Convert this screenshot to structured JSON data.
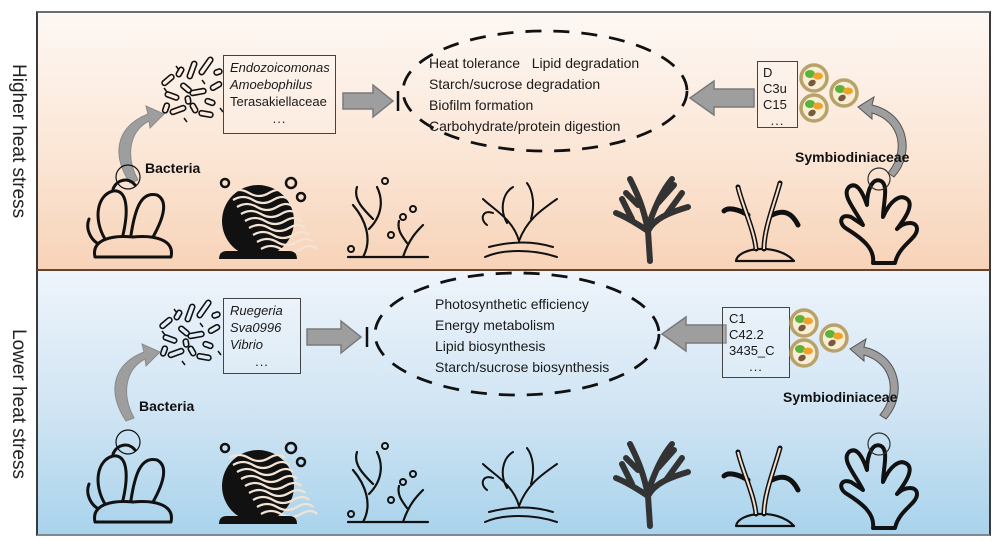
{
  "panels": {
    "high": {
      "side_label": "Higher heat stress",
      "background_colors": [
        "#fdf8f4",
        "#f7d3b8"
      ],
      "bacteria_label": "Bacteria",
      "bacteria_taxa": [
        {
          "name": "Endozoicomonas",
          "italic": true
        },
        {
          "name": "Amoebophilus",
          "italic": true
        },
        {
          "name": "Terasakiellaceae",
          "italic": false
        }
      ],
      "bacteria_more": "...",
      "functions": [
        "Heat tolerance   Lipid degradation",
        "Starch/sucrose degradation",
        "Biofilm formation",
        "Carbohydrate/protein digestion"
      ],
      "symbiont_label": "Symbiodiniaceae",
      "symbiont_types": [
        "D",
        "C3u",
        "C15"
      ],
      "symbiont_more": "..."
    },
    "low": {
      "side_label": "Lower heat stress",
      "background_colors": [
        "#eef4fb",
        "#a9d3ec"
      ],
      "bacteria_label": "Bacteria",
      "bacteria_taxa": [
        {
          "name": "Ruegeria",
          "italic": true
        },
        {
          "name": "Sva0996",
          "italic": true
        },
        {
          "name": "Vibrio",
          "italic": true
        }
      ],
      "bacteria_more": "...",
      "functions": [
        "Photosynthetic efficiency",
        "Energy metabolism",
        "Lipid biosynthesis",
        "Starch/sucrose biosynthesis"
      ],
      "symbiont_label": "Symbiodiniaceae",
      "symbiont_types": [
        "C1",
        "C42.2",
        "3435_C"
      ],
      "symbiont_more": "..."
    }
  },
  "coral_icons": [
    "sponge-coral",
    "brain-coral",
    "branching-coral-outline",
    "staghorn-coral-outline",
    "sea-fan-coral-filled",
    "pillar-coral",
    "finger-coral"
  ],
  "colors": {
    "arrow_fill": "#9e9e9e",
    "arrow_stroke": "#7a7a7a",
    "symbiont_ring": "#b9a16a",
    "symbiont_green": "#5db23a",
    "symbiont_orange": "#f2a22b",
    "symbiont_brown": "#7b5a3a"
  }
}
